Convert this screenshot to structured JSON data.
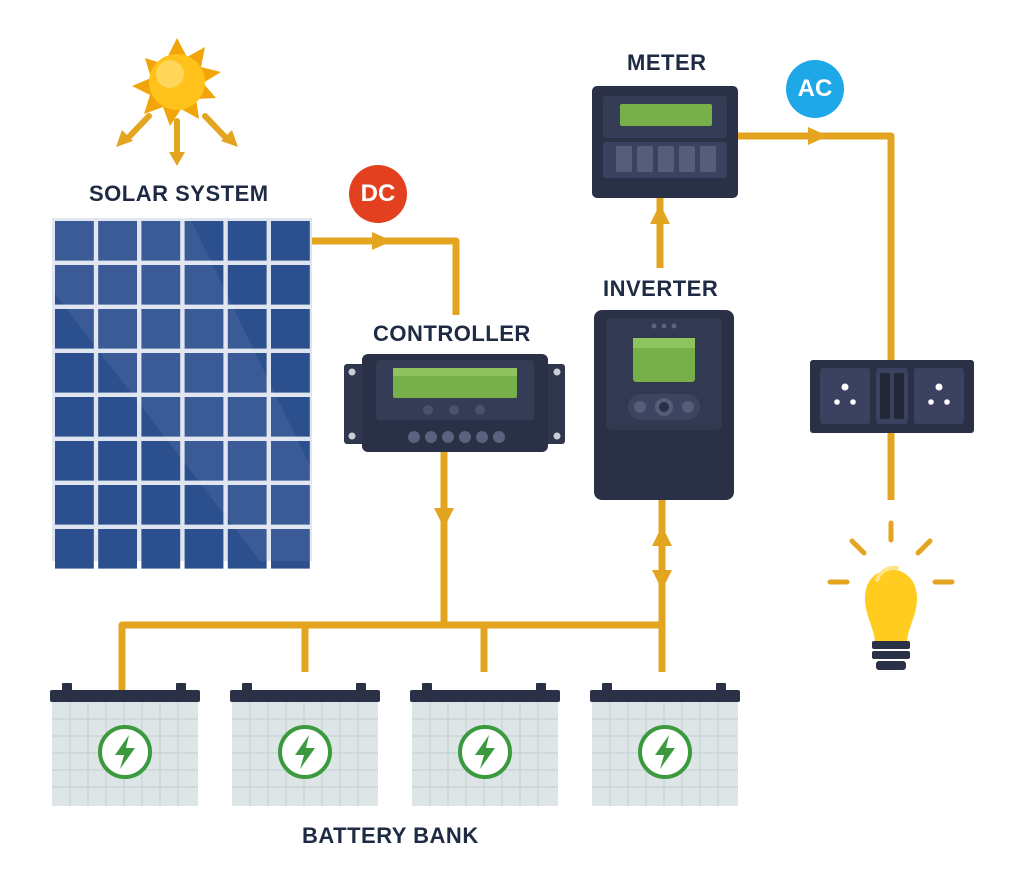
{
  "labels": {
    "solar_system": "SOLAR SYSTEM",
    "controller": "CONTROLLER",
    "inverter": "INVERTER",
    "meter": "METER",
    "battery_bank": "BATTERY BANK"
  },
  "badges": {
    "dc": "DC",
    "ac": "AC"
  },
  "colors": {
    "wire": "#e3a520",
    "dc_badge": "#e2401f",
    "ac_badge": "#1ea8e8",
    "panel_frame": "#dfe5ef",
    "panel_cell": "#2c4f8e",
    "device_body": "#2a3045",
    "lcd": "#77b04a",
    "battery_body": "#dde5e7",
    "battery_icon": "#3c9a3e",
    "sun": "#ffc21a",
    "bulb": "#ffcc1f",
    "label_text": "#1f2a44"
  },
  "icons": {
    "sun": "sun-icon",
    "bulb": "light-bulb-icon",
    "battery": "lightning-bolt-icon",
    "socket": "power-socket-icon"
  }
}
